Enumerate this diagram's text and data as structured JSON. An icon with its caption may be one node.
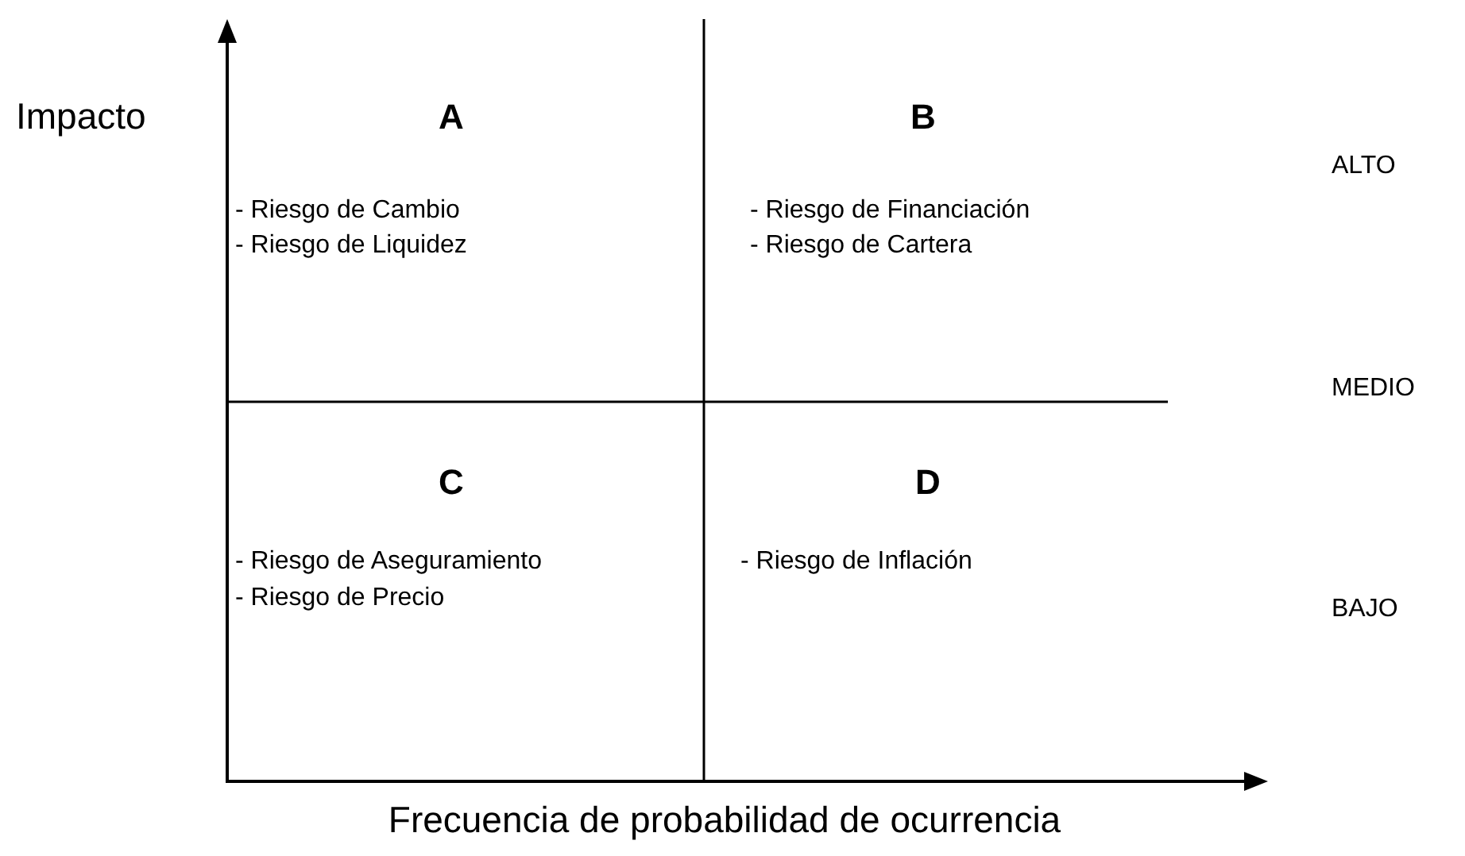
{
  "diagram": {
    "labels": [
      "Impacto",
      "A",
      "B",
      "ALTO",
      "- Riesgo de Cambio",
      "- Riesgo de Financiación",
      "- Riesgo de Liquidez",
      "- Riesgo de Cartera",
      "MEDIO",
      "C",
      "D",
      "- Riesgo de Aseguramiento",
      "- Riesgo de Inflación",
      "- Riesgo de Precio",
      "BAJO",
      "Frecuencia de probabilidad de ocurrencia"
    ]
  }
}
